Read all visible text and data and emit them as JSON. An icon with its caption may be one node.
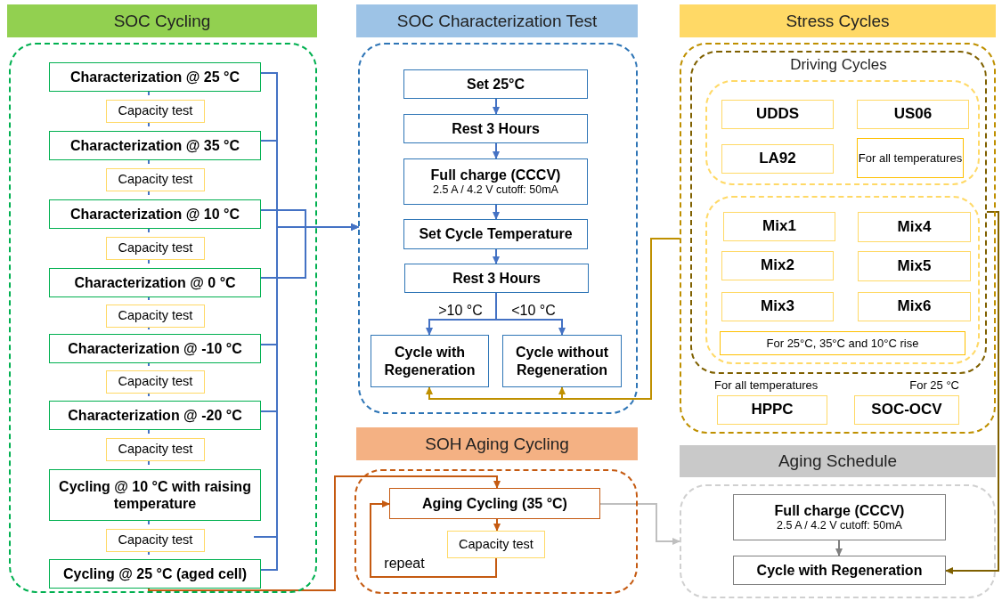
{
  "diagram": {
    "nodes": [
      {
        "text": [
          "SOC Cycling"
        ]
      },
      {
        "text": [
          "Characterization @ 25 °C"
        ],
        "in": 0
      },
      {
        "text": [
          "Capacity test"
        ],
        "in": 0
      },
      {
        "text": [
          "Characterization @ 35 °C"
        ],
        "in": 0
      },
      {
        "text": [
          "Capacity test"
        ],
        "in": 0
      },
      {
        "text": [
          "Characterization @ 10 °C"
        ],
        "in": 0
      },
      {
        "text": [
          "Capacity test"
        ],
        "in": 0
      },
      {
        "text": [
          "Characterization @ 0 °C"
        ],
        "in": 0
      },
      {
        "text": [
          "Capacity test"
        ],
        "in": 0
      },
      {
        "text": [
          "Characterization @ -10 °C"
        ],
        "in": 0
      },
      {
        "text": [
          "Capacity test"
        ],
        "in": 0
      },
      {
        "text": [
          "Characterization @ -20 °C"
        ],
        "in": 0
      },
      {
        "text": [
          "Capacity test"
        ],
        "in": 0
      },
      {
        "text": [
          "Cycling @ 10 °C with raising temperature"
        ],
        "in": 0
      },
      {
        "text": [
          "Capacity test"
        ],
        "in": 0
      },
      {
        "text": [
          "Cycling @ 25 °C (aged cell)"
        ],
        "in": 0
      },
      {
        "text": [
          "SOC Characterization Test"
        ]
      },
      {
        "text": [
          "Set 25°C"
        ],
        "in": 16
      },
      {
        "text": [
          "Rest 3 Hours"
        ],
        "in": 16
      },
      {
        "text": [
          "Full charge (CCCV)",
          "2.5 A / 4.2 V cutoff: 50mA"
        ],
        "in": 16
      },
      {
        "text": [
          "Set Cycle Temperature"
        ],
        "in": 16
      },
      {
        "text": [
          "Rest 3 Hours"
        ],
        "in": 16
      },
      {
        "text": [
          "Cycle with Regeneration"
        ],
        "in": 16
      },
      {
        "text": [
          "Cycle without Regeneration"
        ],
        "in": 16
      },
      {
        "text": [
          "Stress Cycles"
        ]
      },
      {
        "text": [
          "Driving Cycles"
        ],
        "in": 24
      },
      {
        "text": [],
        "shape": "box",
        "in": 25
      },
      {
        "text": [
          "UDDS"
        ],
        "in": 26
      },
      {
        "text": [
          "US06"
        ],
        "in": 26
      },
      {
        "text": [
          "LA92"
        ],
        "in": 26
      },
      {
        "text": [
          "For all temperatures"
        ],
        "in": 26
      },
      {
        "text": [],
        "shape": "box",
        "in": 25
      },
      {
        "text": [
          "Mix1"
        ],
        "in": 31
      },
      {
        "text": [
          "Mix4"
        ],
        "in": 31
      },
      {
        "text": [
          "Mix2"
        ],
        "in": 31
      },
      {
        "text": [
          "Mix5"
        ],
        "in": 31
      },
      {
        "text": [
          "Mix3"
        ],
        "in": 31
      },
      {
        "text": [
          "Mix6"
        ],
        "in": 31
      },
      {
        "text": [
          "For 25°C, 35°C and 10°C rise"
        ],
        "in": 31
      },
      {
        "text": [
          "HPPC"
        ],
        "in": 24,
        "beside": [
          "For all temperatures"
        ]
      },
      {
        "text": [
          "SOC-OCV"
        ],
        "in": 24,
        "beside": [
          "For 25 °C"
        ]
      },
      {
        "text": [
          "SOH Aging Cycling"
        ]
      },
      {
        "text": [
          "Aging Cycling (35 °C)"
        ],
        "in": 41
      },
      {
        "text": [
          "Capacity test"
        ],
        "in": 41
      },
      {
        "text": [
          "Aging Schedule"
        ]
      },
      {
        "text": [
          "Full charge (CCCV)",
          "2.5 A / 4.2 V cutoff: 50mA"
        ],
        "in": 44
      },
      {
        "text": [
          "Cycle with Regeneration"
        ],
        "in": 44
      }
    ],
    "edges": [
      {
        "from": 1,
        "to": 2,
        "arrow": "none"
      },
      {
        "from": 2,
        "to": 3,
        "arrow": "none"
      },
      {
        "from": 3,
        "to": 4,
        "arrow": "none"
      },
      {
        "from": 4,
        "to": 5,
        "arrow": "none"
      },
      {
        "from": 5,
        "to": 6,
        "arrow": "none"
      },
      {
        "from": 6,
        "to": 7,
        "arrow": "none"
      },
      {
        "from": 7,
        "to": 8,
        "arrow": "none"
      },
      {
        "from": 8,
        "to": 9,
        "arrow": "none"
      },
      {
        "from": 9,
        "to": 10,
        "arrow": "none"
      },
      {
        "from": 10,
        "to": 11,
        "arrow": "none"
      },
      {
        "from": 11,
        "to": 12,
        "arrow": "none"
      },
      {
        "from": 12,
        "to": 13,
        "arrow": "none"
      },
      {
        "from": 13,
        "to": 14,
        "arrow": "none"
      },
      {
        "from": 14,
        "to": 15,
        "arrow": "none"
      },
      {
        "from": 1,
        "to": 16,
        "arrow": "to"
      },
      {
        "from": 3,
        "to": 16,
        "arrow": "to"
      },
      {
        "from": 5,
        "to": 16,
        "arrow": "to"
      },
      {
        "from": 7,
        "to": 16,
        "arrow": "to"
      },
      {
        "from": 9,
        "to": 16,
        "arrow": "to"
      },
      {
        "from": 11,
        "to": 16,
        "arrow": "to"
      },
      {
        "from": 13,
        "to": 16,
        "arrow": "to"
      },
      {
        "from": 15,
        "to": 16,
        "arrow": "to"
      },
      {
        "from": 17,
        "to": 18,
        "arrow": "to"
      },
      {
        "from": 18,
        "to": 19,
        "arrow": "to"
      },
      {
        "from": 19,
        "to": 20,
        "arrow": "to"
      },
      {
        "from": 20,
        "to": 21,
        "arrow": "to"
      },
      {
        "from": 21,
        "to": 22,
        "arrow": "to",
        "label": ">10 °C"
      },
      {
        "from": 21,
        "to": 23,
        "arrow": "to",
        "label": "<10 °C"
      },
      {
        "from": 24,
        "to": 22,
        "arrow": "to",
        "color": "#bf9000"
      },
      {
        "from": 24,
        "to": 23,
        "arrow": "to",
        "color": "#bf9000"
      },
      {
        "from": 15,
        "to": 42,
        "arrow": "to",
        "color": "#c55a11"
      },
      {
        "from": 42,
        "to": 43,
        "arrow": "to",
        "color": "#c55a11"
      },
      {
        "from": 43,
        "to": 42,
        "arrow": "to",
        "label": "repeat",
        "color": "#c55a11"
      },
      {
        "from": 42,
        "to": 44,
        "arrow": "to",
        "color": "#bfbfbf"
      },
      {
        "from": 45,
        "to": 46,
        "arrow": "to",
        "color": "#7f7f7f"
      },
      {
        "from": 25,
        "to": 46,
        "arrow": "to",
        "color": "#7f6000"
      }
    ]
  }
}
